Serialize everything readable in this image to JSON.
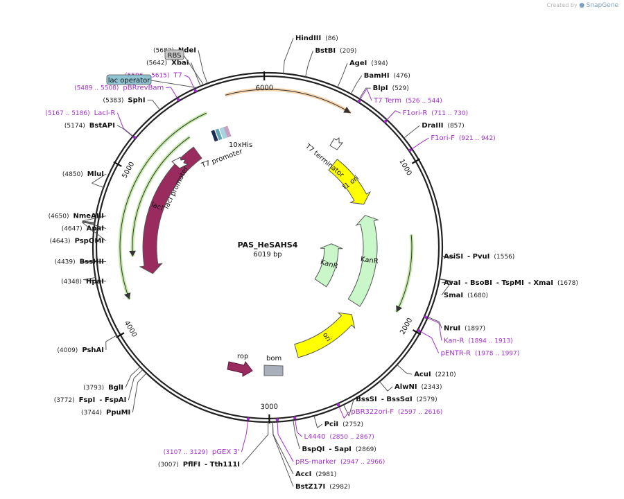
{
  "credit": {
    "created_by": "Created by",
    "brand": "SnapGene"
  },
  "plasmid": {
    "name": "PAS_HeSAHS4",
    "size_label": "6019 bp",
    "length": 6019
  },
  "ticks": [
    "1000",
    "2000",
    "3000",
    "4000",
    "5000",
    "6000"
  ],
  "sites": [
    {
      "bp": 86,
      "side": "right",
      "parts": [
        {
          "t": "HindIII",
          "b": true
        },
        {
          "t": "(86)",
          "b": false
        }
      ]
    },
    {
      "bp": 209,
      "side": "right",
      "parts": [
        {
          "t": "BstBI",
          "b": true
        },
        {
          "t": "(209)",
          "b": false
        }
      ]
    },
    {
      "bp": 394,
      "side": "right",
      "parts": [
        {
          "t": "AgeI",
          "b": true
        },
        {
          "t": "(394)",
          "b": false
        }
      ]
    },
    {
      "bp": 476,
      "side": "right",
      "parts": [
        {
          "t": "BamHI",
          "b": true
        },
        {
          "t": "(476)",
          "b": false
        }
      ]
    },
    {
      "bp": 529,
      "side": "right",
      "parts": [
        {
          "t": "BlpI",
          "b": true
        },
        {
          "t": "(529)",
          "b": false
        }
      ]
    },
    {
      "bp": 857,
      "side": "right",
      "parts": [
        {
          "t": "DraIII",
          "b": true
        },
        {
          "t": "(857)",
          "b": false
        }
      ]
    },
    {
      "bp": 1556,
      "side": "right",
      "parts": [
        {
          "t": "AsiSI",
          "b": true
        },
        {
          "t": "- PvuI",
          "b": true
        },
        {
          "t": "(1556)",
          "b": false
        }
      ]
    },
    {
      "bp": 1678,
      "side": "right",
      "parts": [
        {
          "t": "AvaI",
          "b": true
        },
        {
          "t": "- BsoBI",
          "b": true
        },
        {
          "t": "- TspMI",
          "b": true
        },
        {
          "t": "- XmaI",
          "b": true
        },
        {
          "t": "(1678)",
          "b": false
        }
      ]
    },
    {
      "bp": 1680,
      "side": "right",
      "parts": [
        {
          "t": "SmaI",
          "b": true
        },
        {
          "t": "(1680)",
          "b": false
        }
      ]
    },
    {
      "bp": 1897,
      "side": "right",
      "parts": [
        {
          "t": "NruI",
          "b": true
        },
        {
          "t": "(1897)",
          "b": false
        }
      ]
    },
    {
      "bp": 2210,
      "side": "right",
      "parts": [
        {
          "t": "AcuI",
          "b": true
        },
        {
          "t": "(2210)",
          "b": false
        }
      ]
    },
    {
      "bp": 2343,
      "side": "right",
      "parts": [
        {
          "t": "AlwNI",
          "b": true
        },
        {
          "t": "(2343)",
          "b": false
        }
      ]
    },
    {
      "bp": 2579,
      "side": "right",
      "parts": [
        {
          "t": "BssSI",
          "b": true
        },
        {
          "t": "- BssSαI",
          "b": true
        },
        {
          "t": "(2579)",
          "b": false
        }
      ]
    },
    {
      "bp": 2752,
      "side": "right",
      "parts": [
        {
          "t": "PciI",
          "b": true
        },
        {
          "t": "(2752)",
          "b": false
        }
      ]
    },
    {
      "bp": 2869,
      "side": "right",
      "parts": [
        {
          "t": "BspQI",
          "b": true
        },
        {
          "t": "- SapI",
          "b": true
        },
        {
          "t": "(2869)",
          "b": false
        }
      ]
    },
    {
      "bp": 2981,
      "side": "right",
      "parts": [
        {
          "t": "AccI",
          "b": true
        },
        {
          "t": "(2981)",
          "b": false
        }
      ]
    },
    {
      "bp": 2982,
      "side": "right",
      "parts": [
        {
          "t": "BstZ17I",
          "b": true
        },
        {
          "t": "(2982)",
          "b": false
        }
      ]
    },
    {
      "bp": 3007,
      "side": "left",
      "parts": [
        {
          "t": "(3007)",
          "b": false
        },
        {
          "t": "PflFI",
          "b": true
        },
        {
          "t": "- Tth111I",
          "b": true
        }
      ]
    },
    {
      "bp": 3744,
      "side": "left",
      "parts": [
        {
          "t": "(3744)",
          "b": false
        },
        {
          "t": "PpuMI",
          "b": true
        }
      ]
    },
    {
      "bp": 3772,
      "side": "left",
      "parts": [
        {
          "t": "(3772)",
          "b": false
        },
        {
          "t": "FspI",
          "b": true
        },
        {
          "t": "- FspAI",
          "b": true
        }
      ]
    },
    {
      "bp": 3793,
      "side": "left",
      "parts": [
        {
          "t": "(3793)",
          "b": false
        },
        {
          "t": "BglI",
          "b": true
        }
      ]
    },
    {
      "bp": 4009,
      "side": "left",
      "parts": [
        {
          "t": "(4009)",
          "b": false
        },
        {
          "t": "PshAI",
          "b": true
        }
      ]
    },
    {
      "bp": 4348,
      "side": "left",
      "parts": [
        {
          "t": "(4348)",
          "b": false
        },
        {
          "t": "HpaI",
          "b": true
        }
      ]
    },
    {
      "bp": 4439,
      "side": "left",
      "parts": [
        {
          "t": "(4439)",
          "b": false
        },
        {
          "t": "BssHII",
          "b": true
        }
      ]
    },
    {
      "bp": 4643,
      "side": "left",
      "parts": [
        {
          "t": "(4643)",
          "b": false
        },
        {
          "t": "PspOMI",
          "b": true
        }
      ]
    },
    {
      "bp": 4647,
      "side": "left",
      "parts": [
        {
          "t": "(4647)",
          "b": false
        },
        {
          "t": "ApaI",
          "b": true
        }
      ]
    },
    {
      "bp": 4650,
      "side": "left",
      "parts": [
        {
          "t": "(4650)",
          "b": false
        },
        {
          "t": "NmeAIII",
          "b": true
        }
      ]
    },
    {
      "bp": 4850,
      "side": "left",
      "parts": [
        {
          "t": "(4850)",
          "b": false
        },
        {
          "t": "MluI",
          "b": true
        }
      ]
    },
    {
      "bp": 5174,
      "side": "left",
      "parts": [
        {
          "t": "(5174)",
          "b": false
        },
        {
          "t": "BstAPI",
          "b": true
        }
      ]
    },
    {
      "bp": 5383,
      "side": "left",
      "parts": [
        {
          "t": "(5383)",
          "b": false
        },
        {
          "t": "SphI",
          "b": true
        }
      ]
    },
    {
      "bp": 5642,
      "side": "left",
      "parts": [
        {
          "t": "(5642)",
          "b": false
        },
        {
          "t": "XbaI",
          "b": true
        }
      ]
    },
    {
      "bp": 5682,
      "side": "left",
      "parts": [
        {
          "t": "(5682)",
          "b": false
        },
        {
          "t": "NdeI",
          "b": true
        }
      ]
    }
  ],
  "primers": [
    {
      "name": "T7 Term",
      "range": "(526 .. 544)",
      "bp": 535,
      "side": "right"
    },
    {
      "name": "F1ori-R",
      "range": "(711 .. 730)",
      "bp": 720,
      "side": "right"
    },
    {
      "name": "F1ori-F",
      "range": "(921 .. 942)",
      "bp": 931,
      "side": "right"
    },
    {
      "name": "Kan-R",
      "range": "(1894 .. 1913)",
      "bp": 1903,
      "side": "right"
    },
    {
      "name": "pENTR-R",
      "range": "(1978 .. 1997)",
      "bp": 1987,
      "side": "right"
    },
    {
      "name": "pBR322ori-F",
      "range": "(2597 .. 2616)",
      "bp": 2606,
      "side": "right"
    },
    {
      "name": "L4440",
      "range": "(2850 .. 2867)",
      "bp": 2858,
      "side": "right"
    },
    {
      "name": "pRS-marker",
      "range": "(2947 .. 2966)",
      "bp": 2956,
      "side": "right"
    },
    {
      "name": "pGEX 3'",
      "range": "(3107 .. 3129)",
      "bp": 3118,
      "side": "left"
    },
    {
      "name": "LacI-R",
      "range": "(5167 .. 5186)",
      "bp": 5176,
      "side": "left"
    },
    {
      "name": "pBRrevBam",
      "range": "(5489 .. 5508)",
      "bp": 5498,
      "side": "left"
    },
    {
      "name": "T7",
      "range": "(5596 .. 5615)",
      "bp": 5605,
      "side": "left"
    }
  ],
  "boxed_labels": [
    {
      "text": "RBS",
      "bp": 5660,
      "color": "#c6c6c6"
    },
    {
      "text": "lac operator",
      "bp": 5620,
      "color": "#8fc3d1"
    }
  ],
  "features": [
    {
      "name": "f1 ori",
      "start": 640,
      "end": 1100,
      "r": 152,
      "color": "#ffff00",
      "dir": 1,
      "labelColor": "#111111"
    },
    {
      "name": "KanR",
      "start": 1450,
      "end": 2070,
      "r": 92,
      "color": "#c9f7c9",
      "dir": -1,
      "labelColor": "#111111"
    },
    {
      "name": "KanR",
      "start": 1200,
      "end": 2050,
      "r": 148,
      "color": "#c9f7c9",
      "dir": -1,
      "labelColor": "#111111"
    },
    {
      "name": "ori",
      "start": 2150,
      "end": 2750,
      "r": 155,
      "color": "#ffff00",
      "dir": -1,
      "labelColor": "#111111"
    },
    {
      "name": "lacI",
      "start": 4300,
      "end": 5410,
      "r": 170,
      "color": "#9a2b5e",
      "dir": -1,
      "labelColor": "#ffffff"
    }
  ],
  "orfs": [
    {
      "start": 5760,
      "end": 530,
      "r": 228,
      "color": "#e8a04a",
      "dir": 1
    },
    {
      "start": 1420,
      "end": 1950,
      "r": 208,
      "color": "#7ad03c",
      "dir": 1
    },
    {
      "start": 4450,
      "end": 5430,
      "r": 195,
      "color": "#7ad03c",
      "dir": -1
    },
    {
      "start": 4170,
      "end": 5610,
      "r": 213,
      "color": "#7ad03c",
      "dir": -1
    }
  ],
  "small_features": {
    "his_tag": "10xHis",
    "t7_promoter": "T7 promoter",
    "laci_promoter": "lacI promoter",
    "t7_terminator": "T7 terminator",
    "rop": "rop",
    "bom": "bom"
  },
  "colors": {
    "primer": "#a22ecb",
    "backbone": "#222222"
  }
}
